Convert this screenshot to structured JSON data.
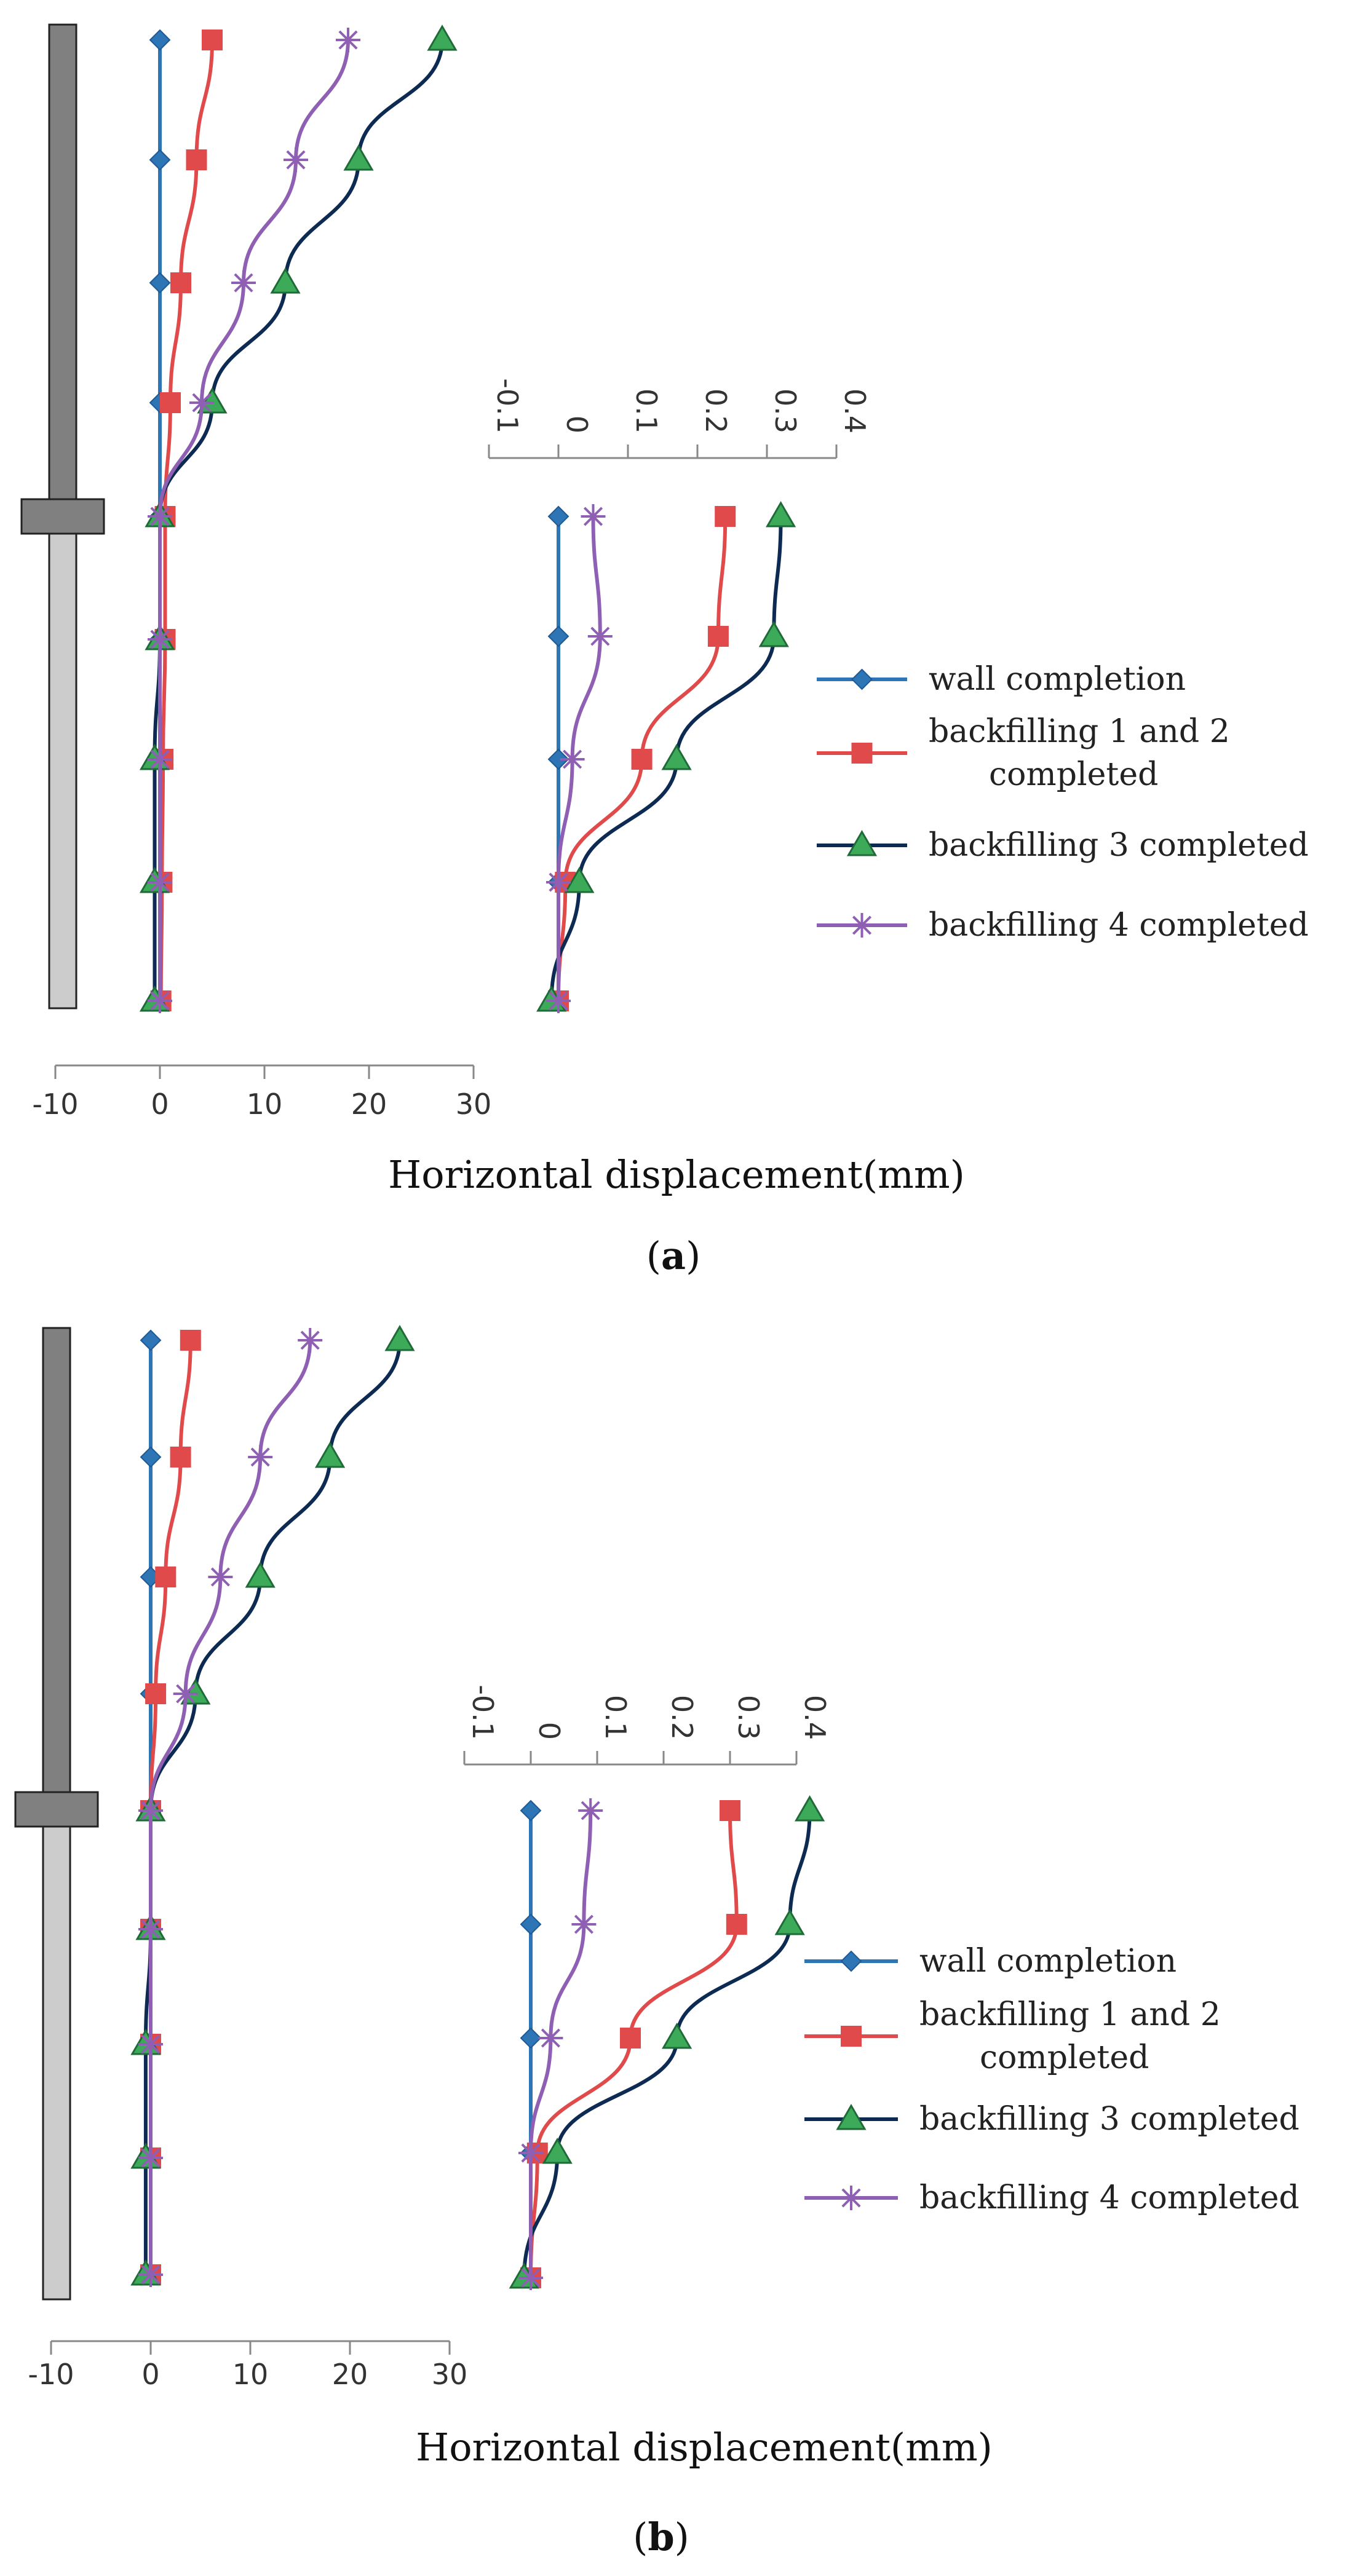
{
  "chart_data": [
    {
      "type": "line",
      "panel_label": "a",
      "xlabel": "Horizontal displacement(mm)",
      "ylabel": "",
      "main_xticks": [
        "-10",
        "0",
        "10",
        "20",
        "30"
      ],
      "main_xlim": [
        -10,
        30
      ],
      "inset_xticks": [
        "-0.1",
        "0",
        "0.1",
        "0.2",
        "0.3",
        "0.4"
      ],
      "inset_xlim": [
        -0.1,
        0.4
      ],
      "grid": false,
      "legend_position": "right",
      "series": [
        {
          "name": "wall completion",
          "color": "#2e75b6",
          "marker": "diamond",
          "line": "#2e75b6",
          "values": [
            0,
            0,
            0,
            0,
            0,
            0,
            0,
            0,
            0
          ],
          "inset_values": [
            0,
            0,
            0,
            0,
            0
          ]
        },
        {
          "name": "backfilling 1 and 2 completed",
          "color": "#e04a4a",
          "marker": "square",
          "line": "#e04a4a",
          "values": [
            5,
            3.5,
            2,
            1,
            0.5,
            0.5,
            0.3,
            0.2,
            0.1
          ],
          "inset_values": [
            0.24,
            0.23,
            0.12,
            0.01,
            0
          ]
        },
        {
          "name": "backfilling 3 completed",
          "color": "#3daa5a",
          "marker": "triangle",
          "line": "#0d2b52",
          "values": [
            27,
            19,
            12,
            5,
            0,
            0,
            -0.5,
            -0.5,
            -0.5
          ],
          "inset_values": [
            0.32,
            0.31,
            0.17,
            0.03,
            -0.01
          ]
        },
        {
          "name": "backfilling 4 completed",
          "color": "#8e5fb3",
          "marker": "star",
          "line": "#8e5fb3",
          "values": [
            18,
            13,
            8,
            4,
            0,
            0,
            0,
            0,
            0
          ],
          "inset_values": [
            0.05,
            0.06,
            0.02,
            0,
            0
          ]
        }
      ]
    },
    {
      "type": "line",
      "panel_label": "b",
      "xlabel": "Horizontal displacement(mm)",
      "ylabel": "",
      "main_xticks": [
        "-10",
        "0",
        "10",
        "20",
        "30"
      ],
      "main_xlim": [
        -10,
        30
      ],
      "inset_xticks": [
        "-0.1",
        "0",
        "0.1",
        "0.2",
        "0.3",
        "0.4"
      ],
      "inset_xlim": [
        -0.1,
        0.4
      ],
      "grid": false,
      "legend_position": "right",
      "series": [
        {
          "name": "wall completion",
          "color": "#2e75b6",
          "marker": "diamond",
          "line": "#2e75b6",
          "values": [
            0,
            0,
            0,
            0,
            0,
            0,
            0,
            0,
            0
          ],
          "inset_values": [
            0,
            0,
            0,
            0,
            0
          ]
        },
        {
          "name": "backfilling 1 and 2 completed",
          "color": "#e04a4a",
          "marker": "square",
          "line": "#e04a4a",
          "values": [
            4,
            3,
            1.5,
            0.5,
            0,
            0,
            0,
            0,
            0
          ],
          "inset_values": [
            0.3,
            0.31,
            0.15,
            0.01,
            0
          ]
        },
        {
          "name": "backfilling 3 completed",
          "color": "#3daa5a",
          "marker": "triangle",
          "line": "#0d2b52",
          "values": [
            25,
            18,
            11,
            4.5,
            0,
            0,
            -0.5,
            -0.5,
            -0.5
          ],
          "inset_values": [
            0.42,
            0.39,
            0.22,
            0.04,
            -0.01
          ]
        },
        {
          "name": "backfilling 4 completed",
          "color": "#8e5fb3",
          "marker": "star",
          "line": "#8e5fb3",
          "values": [
            16,
            11,
            7,
            3.5,
            0,
            0,
            0,
            0,
            0
          ],
          "inset_values": [
            0.09,
            0.08,
            0.03,
            0,
            0
          ]
        }
      ]
    }
  ]
}
